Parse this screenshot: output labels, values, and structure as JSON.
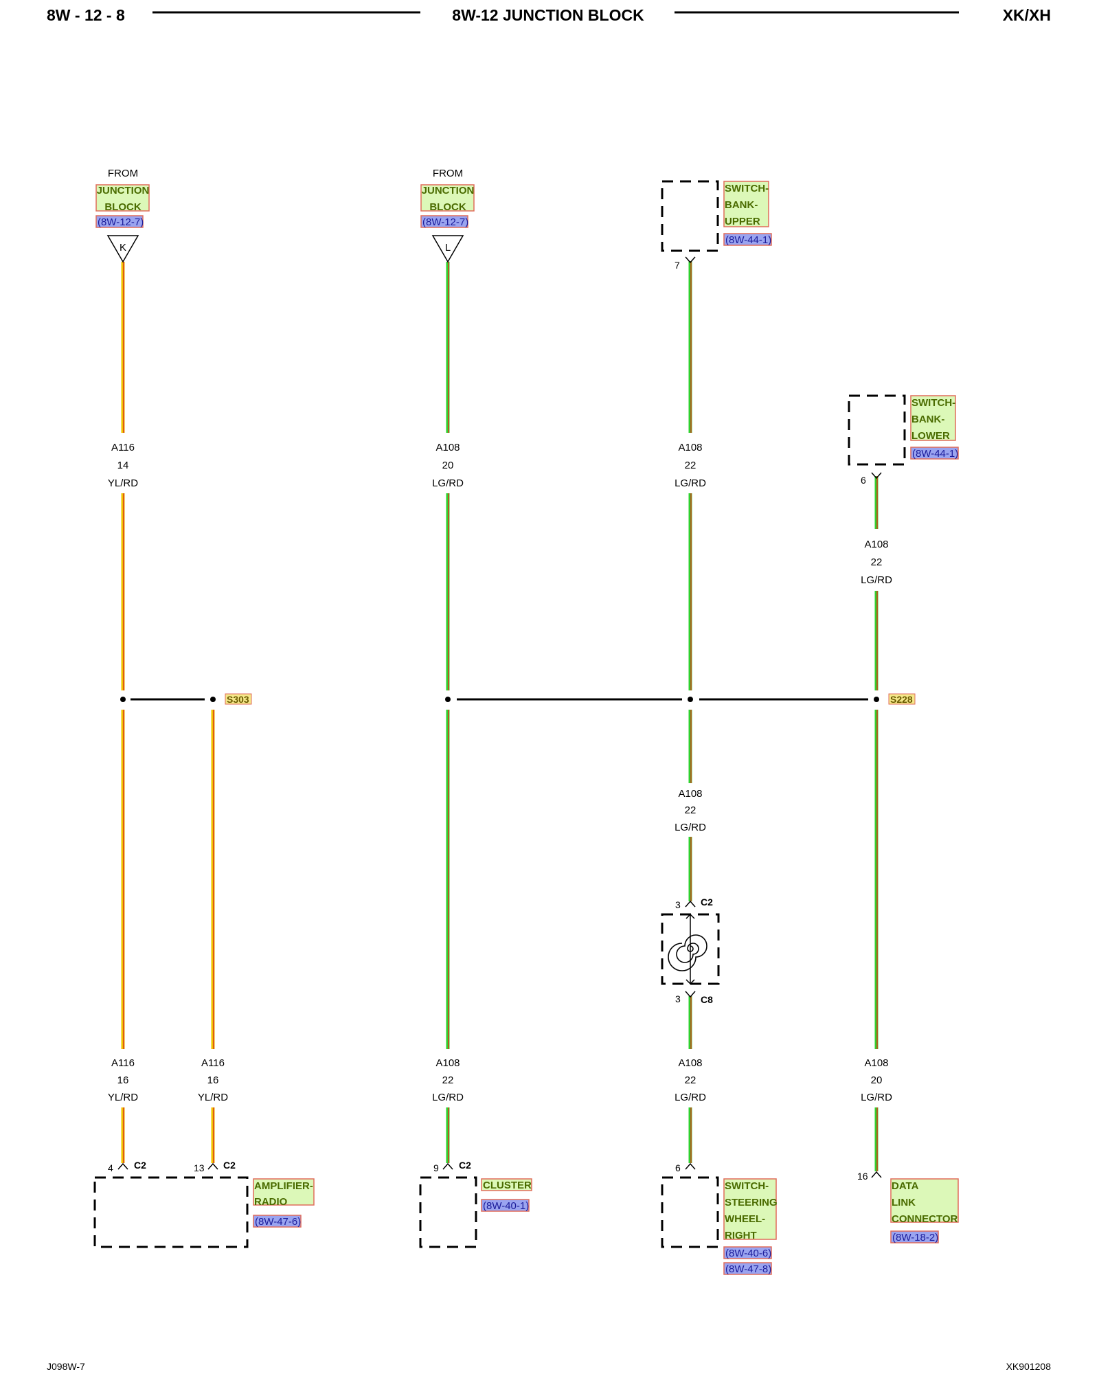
{
  "header": {
    "page_number": "8W - 12 - 8",
    "title": "8W-12 JUNCTION BLOCK",
    "model": "XK/XH"
  },
  "footer": {
    "left_code": "J098W-7",
    "right_code": "XK901208"
  },
  "sources": [
    {
      "from": "FROM",
      "name_line1": "JUNCTION",
      "name_line2": "BLOCK",
      "ref": "(8W-12-7)",
      "connector": "K"
    },
    {
      "from": "FROM",
      "name_line1": "JUNCTION",
      "name_line2": "BLOCK",
      "ref": "(8W-12-7)",
      "connector": "L"
    }
  ],
  "components": {
    "switch_bank_upper": {
      "lines": [
        "SWITCH-",
        "BANK-",
        "UPPER"
      ],
      "ref": "(8W-44-1)",
      "pin": "7"
    },
    "switch_bank_lower": {
      "lines": [
        "SWITCH-",
        "BANK-",
        "LOWER"
      ],
      "ref": "(8W-44-1)",
      "pin": "6"
    },
    "amplifier_radio": {
      "lines": [
        "AMPLIFIER-",
        "RADIO"
      ],
      "ref": "(8W-47-6)",
      "pin_a": "4",
      "conn_a": "C2",
      "pin_b": "13",
      "conn_b": "C2"
    },
    "cluster": {
      "lines": [
        "CLUSTER"
      ],
      "ref": "(8W-40-1)",
      "pin": "9",
      "conn": "C2"
    },
    "switch_steering_wheel_right": {
      "lines": [
        "SWITCH-",
        "STEERING",
        "WHEEL-",
        "RIGHT"
      ],
      "refs": [
        "(8W-40-6)",
        "(8W-47-8)"
      ],
      "pin": "6"
    },
    "data_link_connector": {
      "lines": [
        "DATA",
        "LINK",
        "CONNECTOR"
      ],
      "ref": "(8W-18-2)",
      "pin": "16"
    },
    "clockspring": {
      "top_pin": "3",
      "top_conn": "C2",
      "bottom_pin": "3",
      "bottom_conn": "C8"
    }
  },
  "splices": {
    "s303": "S303",
    "s228": "S228"
  },
  "wires": {
    "a116_k_top": {
      "circuit": "A116",
      "gauge": "14",
      "color": "YL/RD"
    },
    "a108_l_top": {
      "circuit": "A108",
      "gauge": "20",
      "color": "LG/RD"
    },
    "a108_upper_sw": {
      "circuit": "A108",
      "gauge": "22",
      "color": "LG/RD"
    },
    "a108_lower_sw": {
      "circuit": "A108",
      "gauge": "22",
      "color": "LG/RD"
    },
    "a108_to_clockspring": {
      "circuit": "A108",
      "gauge": "22",
      "color": "LG/RD"
    },
    "a116_amp_4": {
      "circuit": "A116",
      "gauge": "16",
      "color": "YL/RD"
    },
    "a116_amp_13": {
      "circuit": "A116",
      "gauge": "16",
      "color": "YL/RD"
    },
    "a108_cluster": {
      "circuit": "A108",
      "gauge": "22",
      "color": "LG/RD"
    },
    "a108_steering": {
      "circuit": "A108",
      "gauge": "22",
      "color": "LG/RD"
    },
    "a108_dlc": {
      "circuit": "A108",
      "gauge": "20",
      "color": "LG/RD"
    }
  },
  "colors": {
    "yellow_wire": "#f2c500",
    "green_wire": "#2fd22f",
    "tracer_red": "#d83a1a"
  }
}
